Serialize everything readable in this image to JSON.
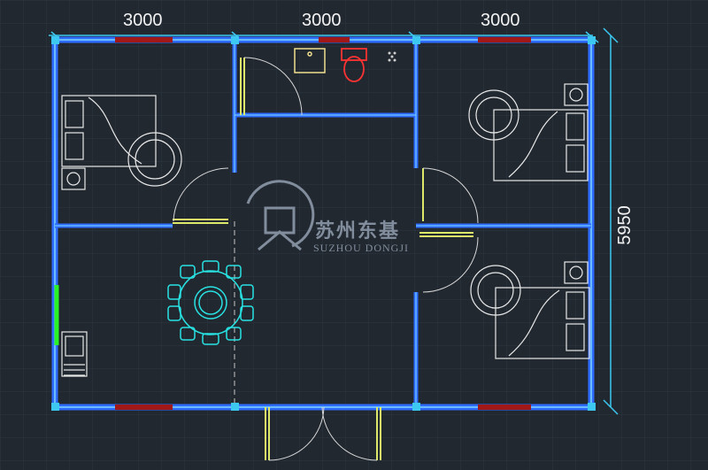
{
  "dimensions": {
    "room_widths": [
      "3000",
      "3000",
      "3000"
    ],
    "depth": "5950"
  },
  "watermark": {
    "chinese": "苏州东基",
    "english": "SUZHOU DONGJI"
  },
  "colors": {
    "background": "#212830",
    "grid": "#2d3640",
    "wall": "#2e6cff",
    "wall_inner": "#7fd7ff",
    "window": "#a01818",
    "door": "#dde86a",
    "furniture": "#e8e8e8",
    "dining": "#29e3e3",
    "toilet": "#ff3333",
    "kitchen_counter": "#29f229"
  }
}
